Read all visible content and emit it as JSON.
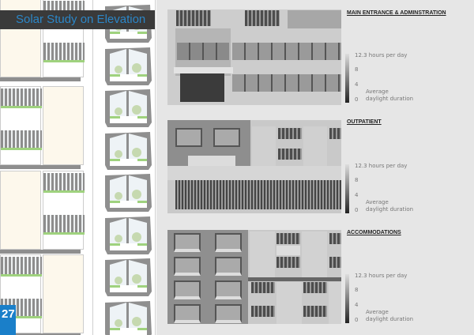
{
  "header": {
    "title": "Solar Study on Elevation",
    "page_number": "27"
  },
  "sections": [
    {
      "title": "MAIN ENTRANCE & ADMINSTRATION"
    },
    {
      "title": "OUTPATIENT"
    },
    {
      "title": "ACCOMMODATIONS"
    }
  ],
  "legend": {
    "max": "12.3 hours per day",
    "t8": "8",
    "t4": "4",
    "t0": "0",
    "label1": "Average",
    "label2": "daylight duration"
  },
  "colors": {
    "accent": "#1a7fc9",
    "title_text": "#2b86c7",
    "cream": "#fdf8ec",
    "green": "#9fd27e"
  }
}
